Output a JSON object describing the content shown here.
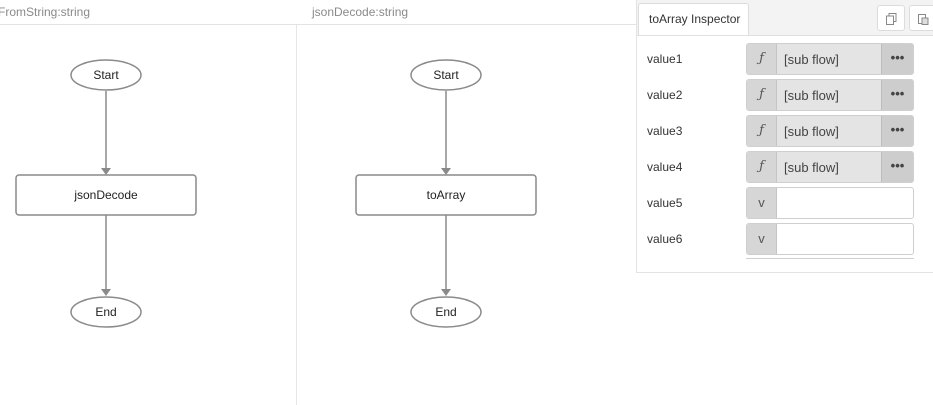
{
  "panels": [
    {
      "title": "FromString:string",
      "nodes": {
        "start": "Start",
        "middle": "jsonDecode",
        "end": "End"
      }
    },
    {
      "title": "jsonDecode:string",
      "nodes": {
        "start": "Start",
        "middle": "toArray",
        "end": "End"
      }
    }
  ],
  "inspector": {
    "tab_label": "toArray Inspector",
    "header_icons": [
      "copy-icon",
      "paste-icon"
    ],
    "rows": [
      {
        "label": "value1",
        "type_icon": "ƒ",
        "value": "[sub flow]",
        "more": "•••"
      },
      {
        "label": "value2",
        "type_icon": "ƒ",
        "value": "[sub flow]",
        "more": "•••"
      },
      {
        "label": "value3",
        "type_icon": "ƒ",
        "value": "[sub flow]",
        "more": "•••"
      },
      {
        "label": "value4",
        "type_icon": "ƒ",
        "value": "[sub flow]",
        "more": "•••"
      },
      {
        "label": "value5",
        "type_icon": "v",
        "value": "",
        "more": ""
      },
      {
        "label": "value6",
        "type_icon": "v",
        "value": "",
        "more": ""
      }
    ]
  }
}
